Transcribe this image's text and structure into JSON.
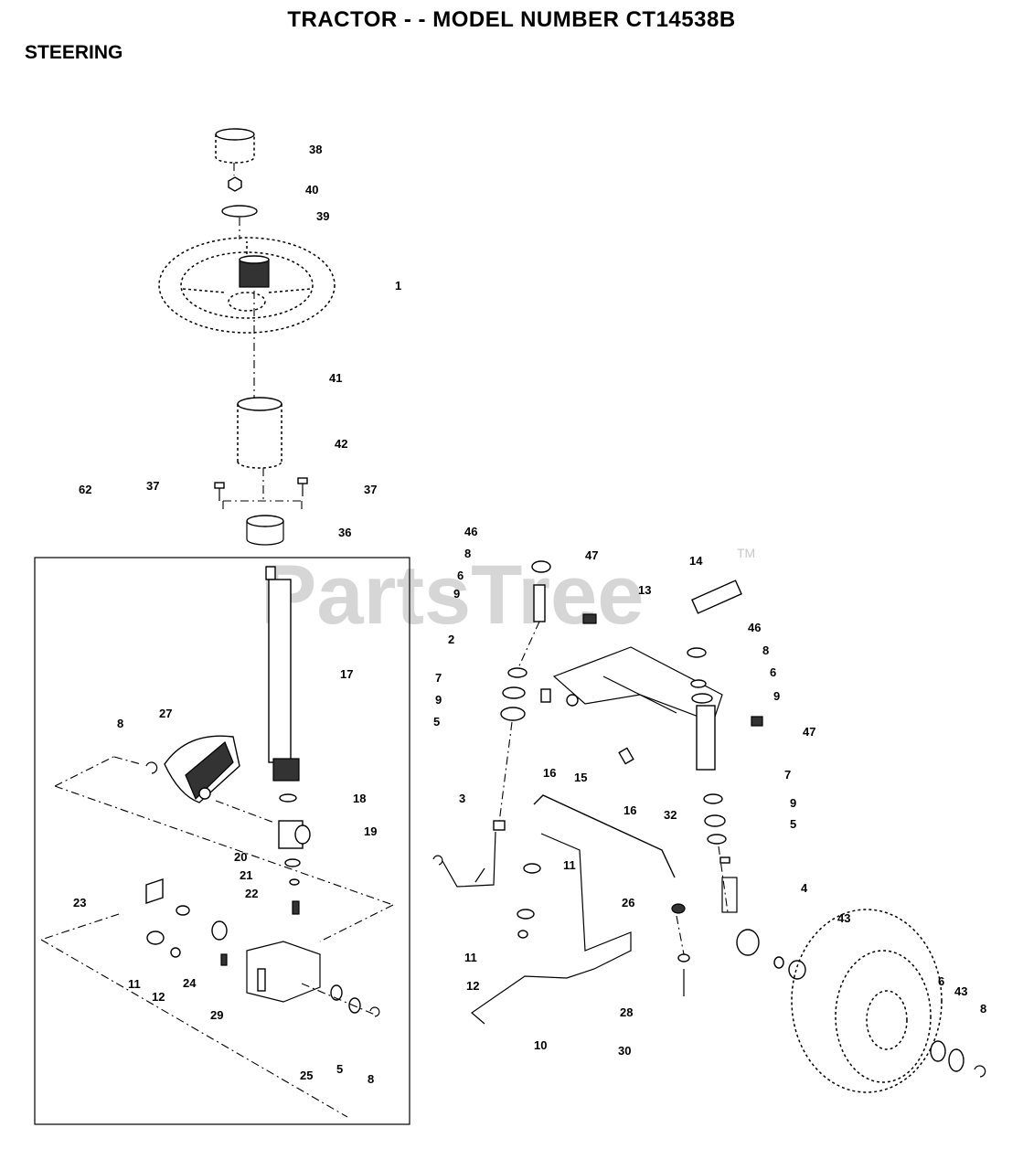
{
  "header": {
    "title": "TRACTOR - - MODEL NUMBER CT14538B",
    "section": "STEERING"
  },
  "watermark": {
    "text": "PartsTree",
    "trademark": "TM"
  },
  "callouts": {
    "c38": "38",
    "c40": "40",
    "c39": "39",
    "c1": "1",
    "c41": "41",
    "c42": "42",
    "c37a": "37",
    "c37b": "37",
    "c36": "36",
    "c62": "62",
    "c17": "17",
    "c27": "27",
    "c8a": "8",
    "c18": "18",
    "c19": "19",
    "c20": "20",
    "c21": "21",
    "c22": "22",
    "c23": "23",
    "c11a": "11",
    "c12a": "12",
    "c24": "24",
    "c29": "29",
    "c25": "25",
    "c5a": "5",
    "c8b": "8",
    "c46a": "46",
    "c8c": "8",
    "c6a": "6",
    "c9a": "9",
    "c47a": "47",
    "c2": "2",
    "c7a": "7",
    "c9b": "9",
    "c5b": "5",
    "c16a": "16",
    "c15": "15",
    "c16b": "16",
    "c14": "14",
    "c13": "13",
    "c46b": "46",
    "c8d": "8",
    "c6b": "6",
    "c9c": "9",
    "c47b": "47",
    "c7b": "7",
    "c9d": "9",
    "c5c": "5",
    "c3": "3",
    "c32": "32",
    "c11b": "11",
    "c11c": "11",
    "c12b": "12",
    "c26": "26",
    "c4": "4",
    "c28": "28",
    "c30": "30",
    "c10": "10",
    "c43a": "43",
    "c6c": "6",
    "c43b": "43",
    "c8e": "8"
  }
}
